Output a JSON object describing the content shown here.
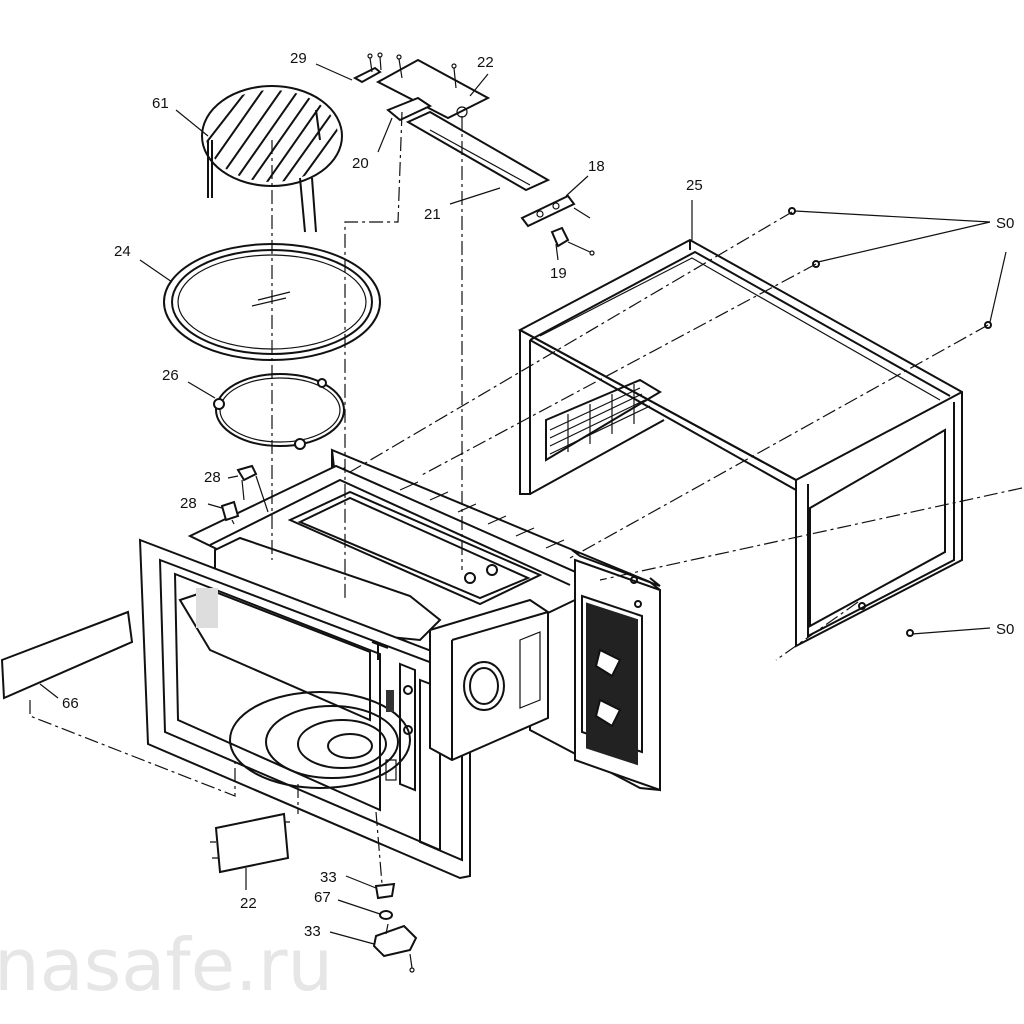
{
  "labels": {
    "l61": "61",
    "l29": "29",
    "l22a": "22",
    "l18": "18",
    "l20": "20",
    "l21": "21",
    "l19": "19",
    "l25": "25",
    "l24": "24",
    "lS0a": "S0",
    "l26": "26",
    "l28a": "28",
    "l28b": "28",
    "lS0b": "S0",
    "l66": "66",
    "l22b": "22",
    "l33a": "33",
    "l67": "67",
    "l33b": "33"
  },
  "watermark": "nasafe.ru"
}
